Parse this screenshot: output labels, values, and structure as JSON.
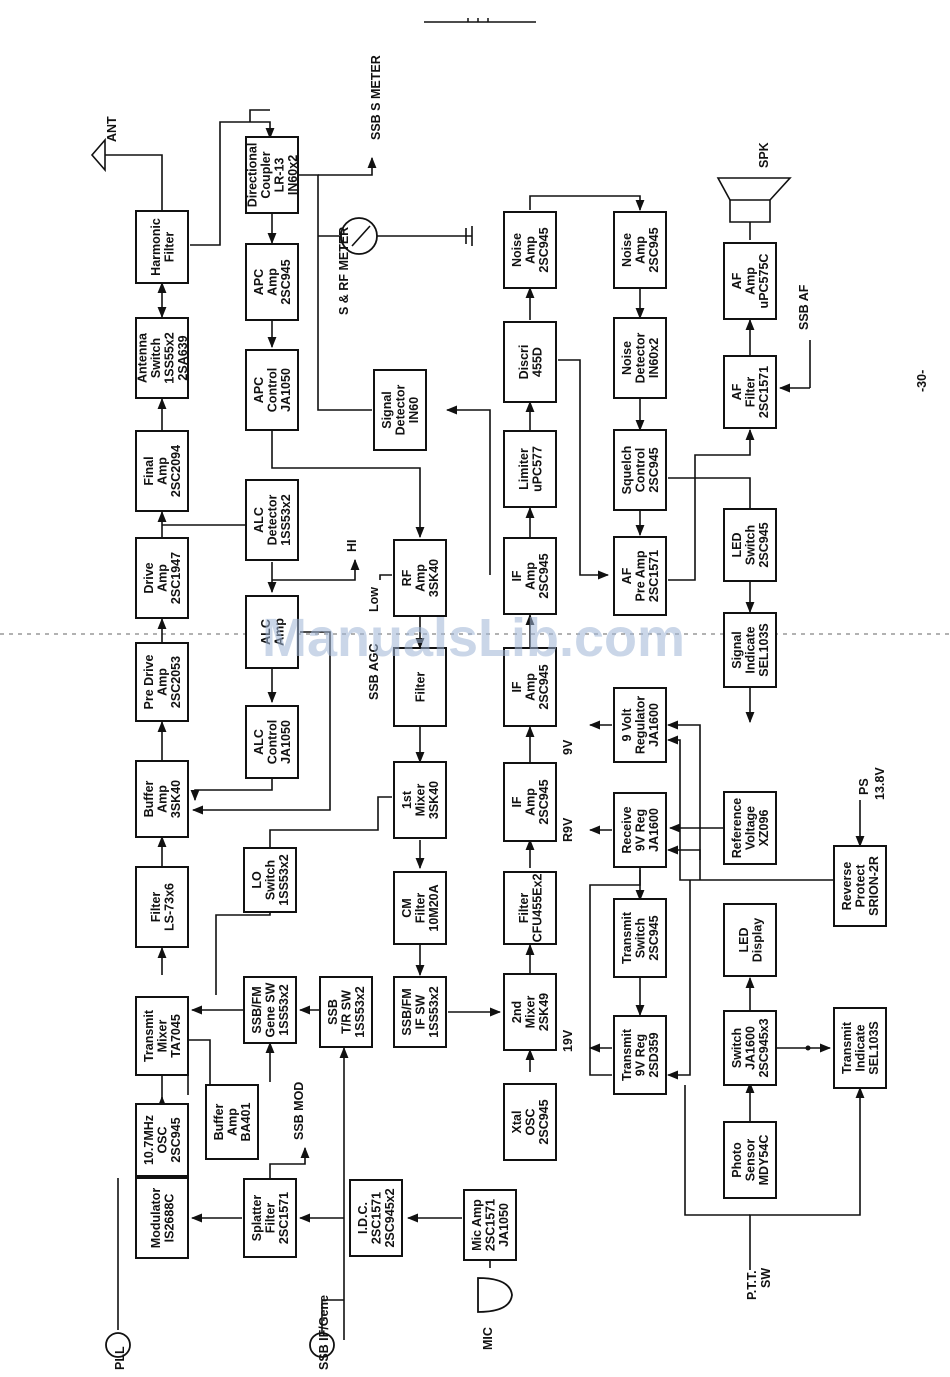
{
  "page_number": "-30-",
  "watermark": "ManualsLib.com",
  "blocks": [
    {
      "id": "harmonic-filter",
      "lines": [
        "Harmonic",
        "Filter"
      ]
    },
    {
      "id": "antenna-switch",
      "lines": [
        "Antenna",
        "Switch",
        "1SS55x2",
        "2SA639"
      ]
    },
    {
      "id": "final-amp",
      "lines": [
        "Final",
        "Amp",
        "2SC2094"
      ]
    },
    {
      "id": "drive-amp",
      "lines": [
        "Drive",
        "Amp",
        "2SC1947"
      ]
    },
    {
      "id": "pre-drive-amp",
      "lines": [
        "Pre Drive",
        "Amp",
        "2SC2053"
      ]
    },
    {
      "id": "buffer-amp-3sk40",
      "lines": [
        "Buffer",
        "Amp",
        "3SK40"
      ]
    },
    {
      "id": "filter-ls73",
      "lines": [
        "Filter",
        "LS-73x6"
      ]
    },
    {
      "id": "transmit-mixer",
      "lines": [
        "Transmit",
        "Mixer",
        "TA7045"
      ]
    },
    {
      "id": "osc-10-7",
      "lines": [
        "10.7MHz",
        "OSC",
        "2SC945"
      ]
    },
    {
      "id": "modulator",
      "lines": [
        "Modulator",
        "IS2688C"
      ]
    },
    {
      "id": "directional-coupler",
      "lines": [
        "Directional",
        "Coupler",
        "LR-13",
        "IN60x2"
      ]
    },
    {
      "id": "apc-amp",
      "lines": [
        "APC",
        "Amp",
        "2SC945"
      ]
    },
    {
      "id": "apc-control",
      "lines": [
        "APC",
        "Control",
        "JA1050"
      ]
    },
    {
      "id": "alc-detector",
      "lines": [
        "ALC",
        "Detector",
        "1SS53x2"
      ]
    },
    {
      "id": "alc-amp",
      "lines": [
        "ALC",
        "Amp"
      ]
    },
    {
      "id": "alc-control",
      "lines": [
        "ALC",
        "Control",
        "JA1050"
      ]
    },
    {
      "id": "lo-switch",
      "lines": [
        "LO",
        "Switch",
        "1SS53x2"
      ]
    },
    {
      "id": "ssb-fm-gene-sw",
      "lines": [
        "SSB/FM",
        "Gene SW",
        "1SS53x2"
      ]
    },
    {
      "id": "buffer-amp-ba401",
      "lines": [
        "Buffer",
        "Amp",
        "BA401"
      ]
    },
    {
      "id": "splatter-filter",
      "lines": [
        "Splatter",
        "Filter",
        "2SC1571"
      ]
    },
    {
      "id": "signal-detector",
      "lines": [
        "Signal",
        "Detector",
        "IN60"
      ]
    },
    {
      "id": "rf-amp",
      "lines": [
        "RF",
        "Amp",
        "3SK40"
      ]
    },
    {
      "id": "filter-mid",
      "lines": [
        "Filter"
      ]
    },
    {
      "id": "first-mixer",
      "lines": [
        "1st",
        "Mixer",
        "3SK40"
      ]
    },
    {
      "id": "cm-filter",
      "lines": [
        "CM",
        "Filter",
        "10M20A"
      ]
    },
    {
      "id": "ssb-fm-if-sw",
      "lines": [
        "SSB/FM",
        "IF SW",
        "1SS53x2"
      ]
    },
    {
      "id": "ssb-tr-sw",
      "lines": [
        "SSB",
        "T/R SW",
        "1SS53x2"
      ]
    },
    {
      "id": "idc",
      "lines": [
        "I.D.C.",
        "2SC1571",
        "2SC945x2"
      ]
    },
    {
      "id": "mic-amp",
      "lines": [
        "Mic Amp",
        "2SC1571",
        "JA1050"
      ]
    },
    {
      "id": "noise-amp-1",
      "lines": [
        "Noise",
        "Amp",
        "2SC945"
      ]
    },
    {
      "id": "discri",
      "lines": [
        "Discri",
        "455D"
      ]
    },
    {
      "id": "limiter",
      "lines": [
        "Limiter",
        "uPC577"
      ]
    },
    {
      "id": "if-amp-1",
      "lines": [
        "IF",
        "Amp",
        "2SC945"
      ]
    },
    {
      "id": "if-amp-2",
      "lines": [
        "IF",
        "Amp",
        "2SC945"
      ]
    },
    {
      "id": "if-amp-3",
      "lines": [
        "IF",
        "Amp",
        "2SC945"
      ]
    },
    {
      "id": "filter-cfu",
      "lines": [
        "Filter",
        "CFU455Ex2"
      ]
    },
    {
      "id": "second-mixer",
      "lines": [
        "2nd",
        "Mixer",
        "2SK49"
      ]
    },
    {
      "id": "xtal-osc",
      "lines": [
        "Xtal",
        "OSC",
        "2SC945"
      ]
    },
    {
      "id": "noise-amp-2",
      "lines": [
        "Noise",
        "Amp",
        "2SC945"
      ]
    },
    {
      "id": "noise-detector",
      "lines": [
        "Noise",
        "Detector",
        "IN60x2"
      ]
    },
    {
      "id": "squelch-control",
      "lines": [
        "Squelch",
        "Control",
        "2SC945"
      ]
    },
    {
      "id": "af-pre-amp",
      "lines": [
        "AF",
        "Pre Amp",
        "2SC1571"
      ]
    },
    {
      "id": "volt-regulator",
      "lines": [
        "9 Volt",
        "Regulator",
        "JA1600"
      ]
    },
    {
      "id": "receive-9v-reg",
      "lines": [
        "Receive",
        "9V Reg",
        "JA1600"
      ]
    },
    {
      "id": "transmit-switch",
      "lines": [
        "Transmit",
        "Switch",
        "2SC945"
      ]
    },
    {
      "id": "transmit-9v-reg",
      "lines": [
        "Transmit",
        "9V Reg",
        "2SD359"
      ]
    },
    {
      "id": "af-amp",
      "lines": [
        "AF",
        "Amp",
        "uPC575C"
      ]
    },
    {
      "id": "af-filter",
      "lines": [
        "AF",
        "Filter",
        "2SC1571"
      ]
    },
    {
      "id": "led-switch",
      "lines": [
        "LED",
        "Switch",
        "2SC945"
      ]
    },
    {
      "id": "signal-indicate",
      "lines": [
        "Signal",
        "Indicate",
        "SEL103S"
      ]
    },
    {
      "id": "reference-voltage",
      "lines": [
        "Reference",
        "Voltage",
        "XZ096"
      ]
    },
    {
      "id": "led-display",
      "lines": [
        "LED",
        "Display"
      ]
    },
    {
      "id": "switch-ja1600",
      "lines": [
        "Switch",
        "JA1600",
        "2SC945x3"
      ]
    },
    {
      "id": "photo-sensor",
      "lines": [
        "Photo",
        "Sensor",
        "MDY54C"
      ]
    },
    {
      "id": "reverse-protect",
      "lines": [
        "Reverse",
        "Protect",
        "SRION-2R"
      ]
    },
    {
      "id": "transmit-indicate",
      "lines": [
        "Transmit",
        "Indicate",
        "SEL103S"
      ]
    }
  ],
  "labels": {
    "ant": "ANT",
    "ssb_s_meter": "SSB S METER",
    "s_rf_meter": "S & RF METER",
    "ssb_agc": "SSB AGC",
    "low_hi": "Low",
    "hi": "HI",
    "ssb_mod": "SSB MOD",
    "pll": "PLL",
    "ssb_if_gene": "SSB IF/Gene",
    "mic": "MIC",
    "v9": "9V",
    "r9v": "R9V",
    "v19": "19V",
    "spk": "SPK",
    "ssb_af": "SSB AF",
    "ps": "PS",
    "ps_volt": "13.8V",
    "ptt": "P.T.T.",
    "ptt_sw": "SW"
  }
}
